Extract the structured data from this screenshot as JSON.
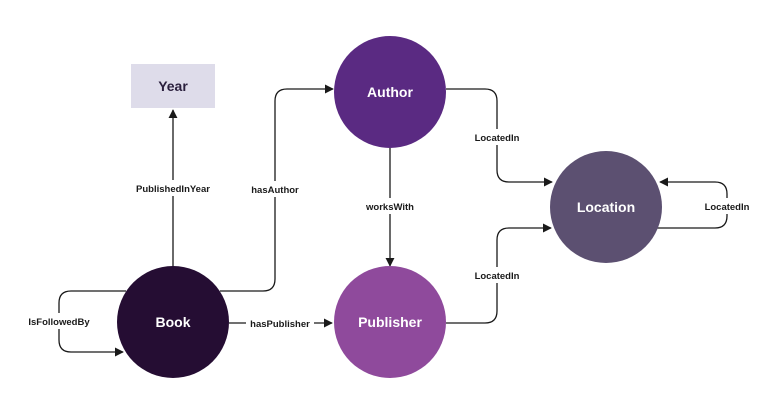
{
  "nodes": {
    "year": {
      "label": "Year",
      "color": "#dedcea"
    },
    "author": {
      "label": "Author",
      "color": "#5a2a82"
    },
    "book": {
      "label": "Book",
      "color": "#250d33"
    },
    "publisher": {
      "label": "Publisher",
      "color": "#8f4a9c"
    },
    "location": {
      "label": "Location",
      "color": "#5c5071"
    }
  },
  "edges": {
    "published_in_year": "PublishedInYear",
    "has_author": "hasAuthor",
    "has_publisher": "hasPublisher",
    "is_followed_by": "IsFollowedBy",
    "works_with": "worksWith",
    "author_located_in": "LocatedIn",
    "publisher_located_in": "LocatedIn",
    "location_located_in": "LocatedIn"
  },
  "colors": {
    "edge": "#1a1a1a",
    "background": "#ffffff"
  }
}
